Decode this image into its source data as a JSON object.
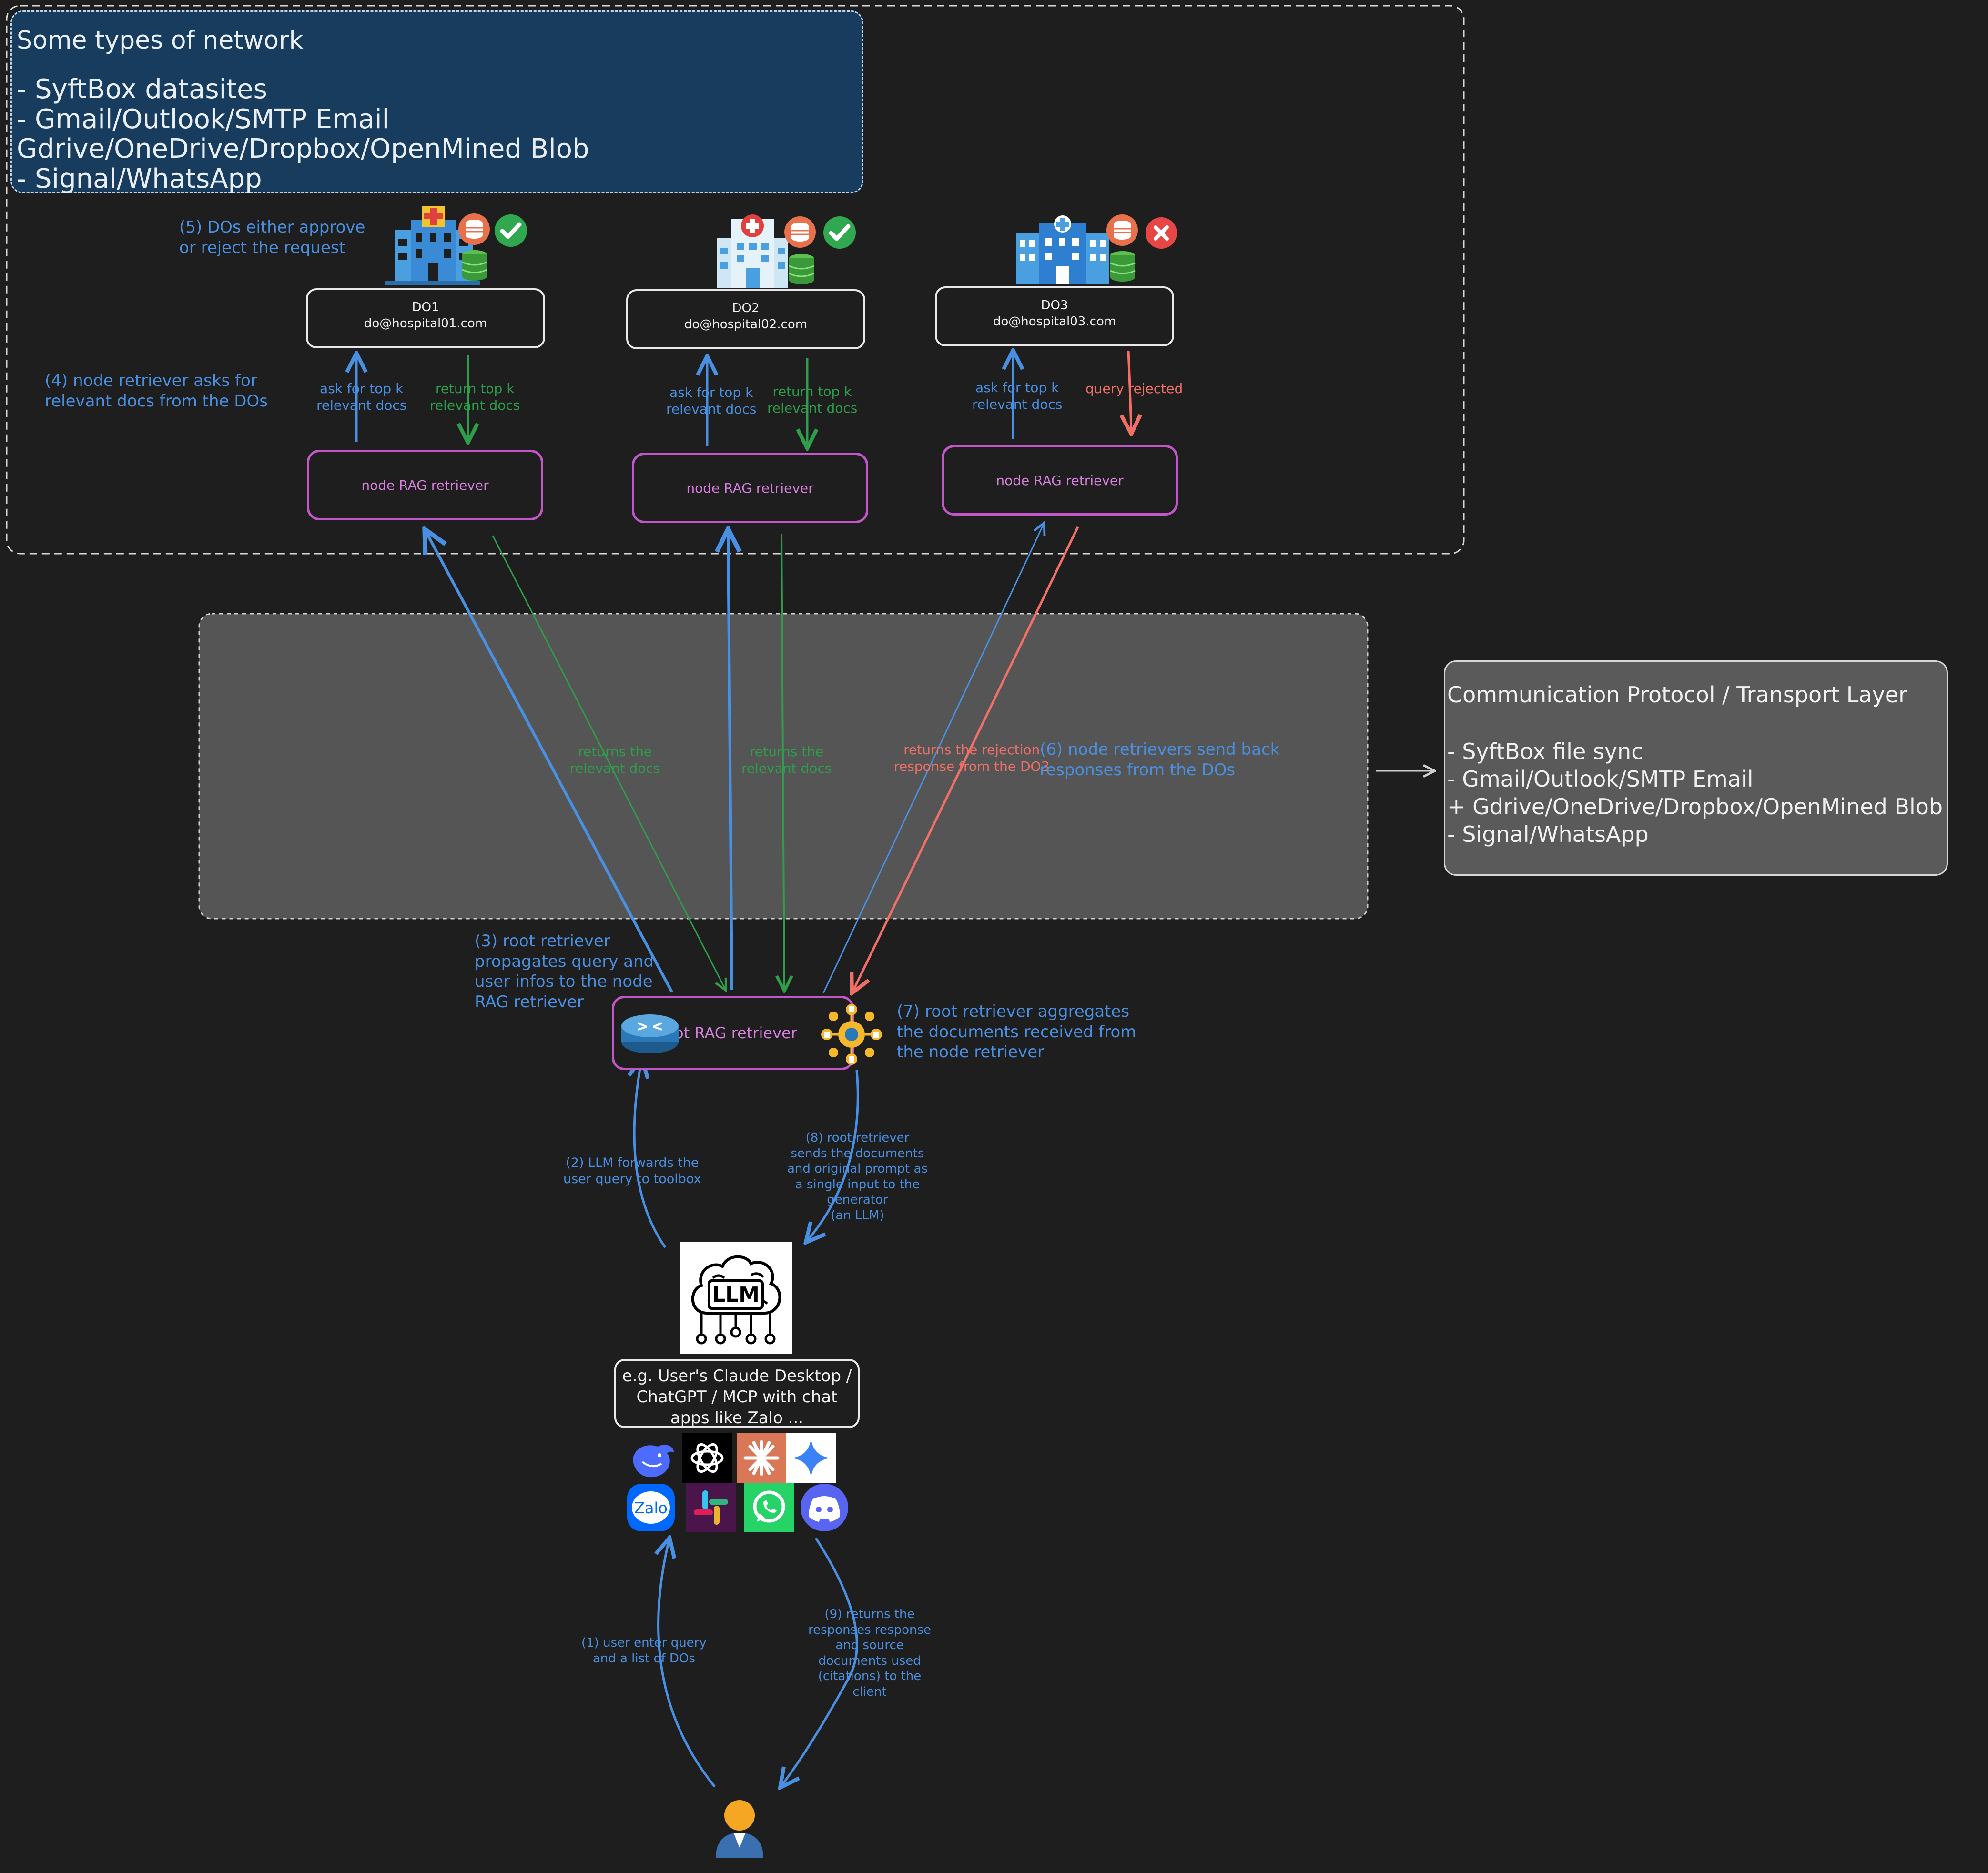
{
  "network_box": {
    "title": "Some types of network",
    "items": [
      "- SyftBox datasites",
      "- Gmail/Outlook/SMTP Email Gdrive/OneDrive/Dropbox/OpenMined Blob",
      "- Signal/WhatsApp"
    ]
  },
  "protocol_box": {
    "title": "Communication Protocol / Transport Layer",
    "items": [
      "- SyftBox file sync",
      "- Gmail/Outlook/SMTP Email",
      "+ Gdrive/OneDrive/Dropbox/OpenMined Blob",
      "- Signal/WhatsApp"
    ]
  },
  "data_owners": [
    {
      "id": "DO1",
      "email": "do@hospital01.com",
      "status": "approved",
      "status_icon": "check-icon"
    },
    {
      "id": "DO2",
      "email": "do@hospital02.com",
      "status": "approved",
      "status_icon": "check-icon"
    },
    {
      "id": "DO3",
      "email": "do@hospital03.com",
      "status": "rejected",
      "status_icon": "cross-icon"
    }
  ],
  "node_retrievers": [
    "node RAG retriever",
    "node RAG retriever",
    "node RAG retriever"
  ],
  "root_retriever": {
    "label": "root RAG retriever"
  },
  "client": {
    "label": "e.g. User's Claude Desktop /\nChatGPT / MCP with chat\napps like Zalo ..."
  },
  "llm": {
    "label": "LLM"
  },
  "app_icons": [
    "deepseek-icon",
    "chatgpt-icon",
    "claude-icon",
    "gemini-icon",
    "zalo-icon",
    "slack-icon",
    "whatsapp-icon",
    "discord-icon"
  ],
  "app_texts": {
    "zalo": "Zalo"
  },
  "edge_labels": {
    "ask_top_k": "ask for top k\nrelevant docs",
    "return_top_k": "return top k\nrelevant docs",
    "query_rejected": "query rejected",
    "returns_relevant": "returns the\nrelevant docs",
    "returns_rejection": "returns the rejection\nresponse from the DO3"
  },
  "steps": {
    "s1": "(1) user enter query\nand a list of DOs",
    "s2": "(2) LLM forwards the\nuser query to toolbox",
    "s3": "(3) root retriever\npropagates query and\nuser infos to the node\nRAG retriever",
    "s4": "(4) node retriever asks for\nrelevant docs from the DOs",
    "s5": "(5) DOs either approve\nor reject the request",
    "s6": "(6) node retrievers send back\nresponses from the DOs",
    "s7": "(7) root retriever aggregates\nthe documents received from\nthe node retriever",
    "s8": "(8) root retriever\nsends the documents\nand original prompt as\na single input to the\ngenerator\n(an LLM)",
    "s9": "(9) returns the\nresponses response\nand source\ndocuments used\n(citations) to the\nclient"
  },
  "colors": {
    "background": "#1e1e1e",
    "blue": "#4a90e2",
    "green": "#2e9e4a",
    "red": "#f07068",
    "purple": "#c356c8",
    "network_fill": "#173c5e",
    "transport_fill": "#555555",
    "protocol_fill": "#5a5a5a"
  }
}
